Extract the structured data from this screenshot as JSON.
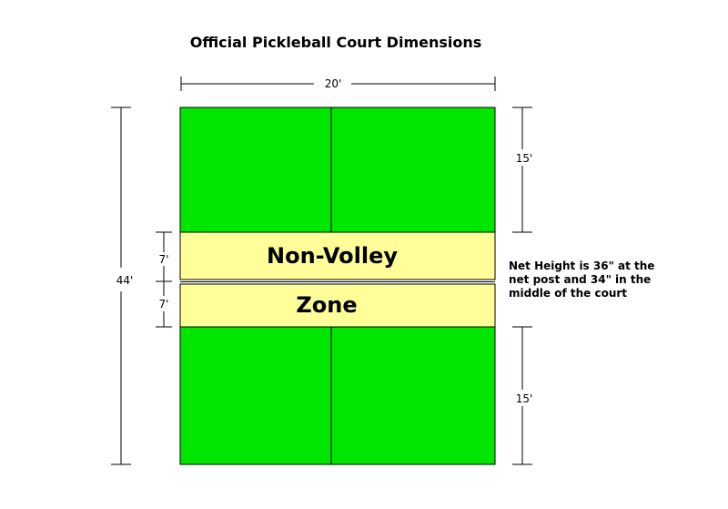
{
  "title": "Official Pickleball Court Dimensions",
  "dimensions": {
    "width": "20'",
    "length": "44'",
    "service_top": "15'",
    "service_bottom": "15'",
    "kitchen_top": "7'",
    "kitchen_bottom": "7'"
  },
  "zone": {
    "line1": "Non-Volley",
    "line2": "Zone"
  },
  "note": {
    "line1": "Net Height is 36\" at the",
    "line2": "net post and 34\" in the",
    "line3": "middle of the court"
  },
  "colors": {
    "court_green": "#00e600",
    "kitchen_yellow": "#ffff99",
    "line": "#000000"
  }
}
